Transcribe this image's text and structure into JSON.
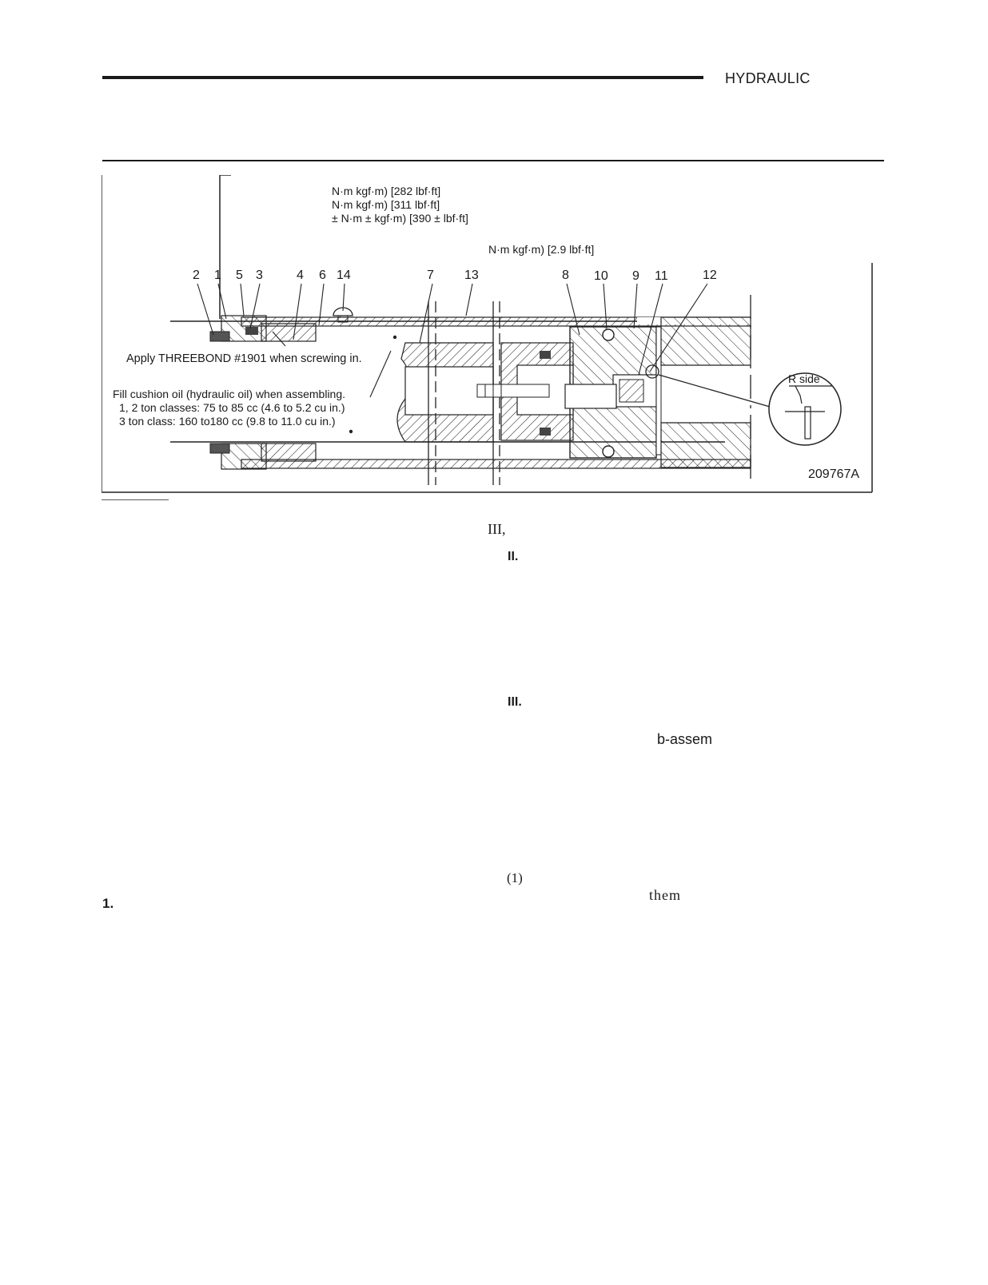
{
  "header": {
    "title": "HYDRAULIC"
  },
  "figure": {
    "torque_lines": [
      "N·m        kgf·m) [282 lbf·ft]",
      "N·m        kgf·m) [311 lbf·ft]",
      "±        N·m        ±        kgf·m) [390 ±        lbf·ft]"
    ],
    "torque_small": "N·m          kgf·m) [2.9 lbf·ft]",
    "callouts": [
      "2",
      "1",
      "5",
      "3",
      "4",
      "6",
      "14",
      "7",
      "13",
      "8",
      "10",
      "9",
      "11",
      "12"
    ],
    "note_threebond": "Apply THREEBOND #1901 when screwing in.",
    "note_fill": [
      "Fill cushion oil (hydraulic oil) when assembling.",
      "1, 2 ton classes: 75 to 85 cc (4.6 to 5.2 cu in.)",
      "3 ton class: 160 to180 cc (9.8 to 11.0 cu in.)"
    ],
    "detail_label": "R side",
    "figure_id": "209767A"
  },
  "body": {
    "frag_1": "III,",
    "frag_2": "II.",
    "frag_3": "III.",
    "frag_4": "b-assem",
    "frag_5": "(1)",
    "frag_6": "them",
    "frag_7": "1."
  }
}
